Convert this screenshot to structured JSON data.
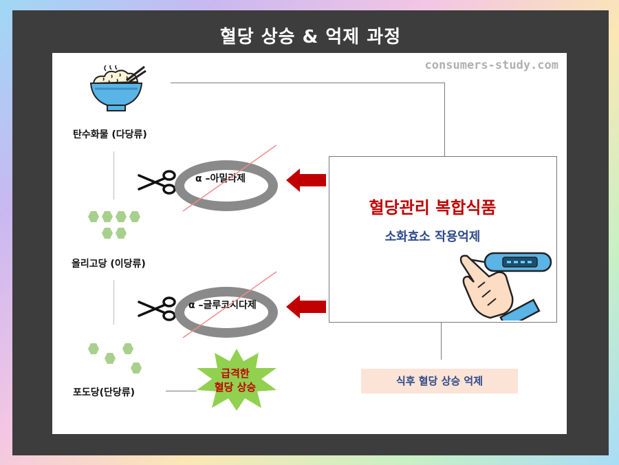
{
  "title": "혈당 상승 & 억제 과정",
  "watermark": "consumers-study.com",
  "stages": {
    "polysaccharide": "탄수화물 (다당류)",
    "oligosaccharide": "올리고당 (이당류)",
    "monosaccharide": "포도당(단당류)"
  },
  "enzymes": {
    "amylase": "α –아밀라제",
    "glucosidase": "α –글루코시다제"
  },
  "supplement": {
    "title": "혈당관리 복합식품",
    "subtitle": "소화효소 작용억제"
  },
  "spike": {
    "line1": "급격한",
    "line2": "혈당 상승"
  },
  "result": "식후 혈당 상승 억제",
  "colors": {
    "frame": "#3d3d3d",
    "accent_red": "#c00000",
    "accent_blue": "#2e4a8a",
    "hexagon_green": "#a8d08d",
    "burst_green": "#92d050",
    "ring_gray": "#8a8a8a"
  }
}
